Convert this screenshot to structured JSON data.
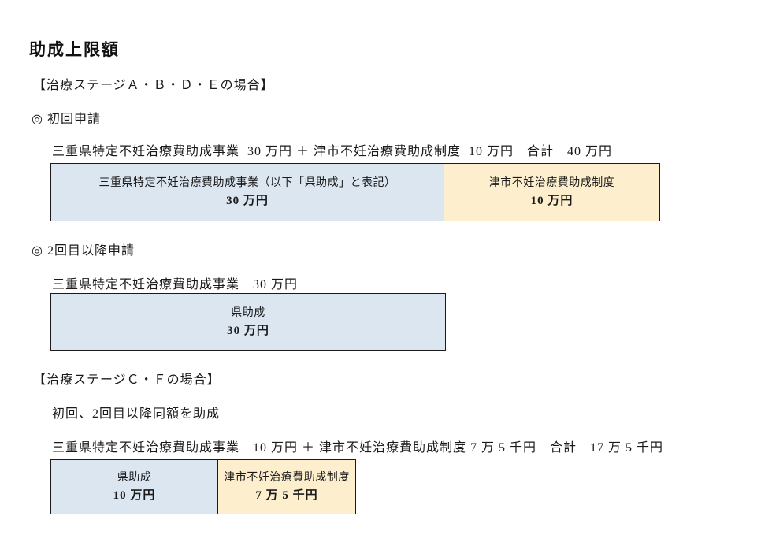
{
  "doc": {
    "title": "助成上限額"
  },
  "stage_abde": {
    "heading": "【治療ステージＡ・Ｂ・Ｄ・Ｅの場合】",
    "first_application": {
      "label": "◎ 初回申請",
      "formula": "三重県特定不妊治療費助成事業  30 万円 ＋ 津市不妊治療費助成制度  10 万円　合計　40 万円",
      "bar": {
        "prefecture": {
          "label": "三重県特定不妊治療費助成事業（以下「県助成」と表記）",
          "amount": "30 万円"
        },
        "city": {
          "label": "津市不妊治療費助成制度",
          "amount": "10 万円"
        }
      }
    },
    "subsequent_application": {
      "label": "◎ 2回目以降申請",
      "formula": "三重県特定不妊治療費助成事業　30 万円",
      "bar": {
        "prefecture": {
          "label": "県助成",
          "amount": "30 万円"
        }
      }
    }
  },
  "stage_cf": {
    "heading": "【治療ステージＣ・Ｆの場合】",
    "note": "初回、2回目以降同額を助成",
    "formula": "三重県特定不妊治療費助成事業　10 万円 ＋ 津市不妊治療費助成制度 7 万 5 千円　合計　17 万 5 千円",
    "bar": {
      "prefecture": {
        "label": "県助成",
        "amount": "10 万円"
      },
      "city": {
        "label": "津市不妊治療費助成制度",
        "amount": "7 万 5 千円"
      }
    }
  },
  "colors": {
    "prefecture_fill": "#dce6f1",
    "city_fill": "#fdeecd",
    "box_border": "#1a1a1a"
  }
}
